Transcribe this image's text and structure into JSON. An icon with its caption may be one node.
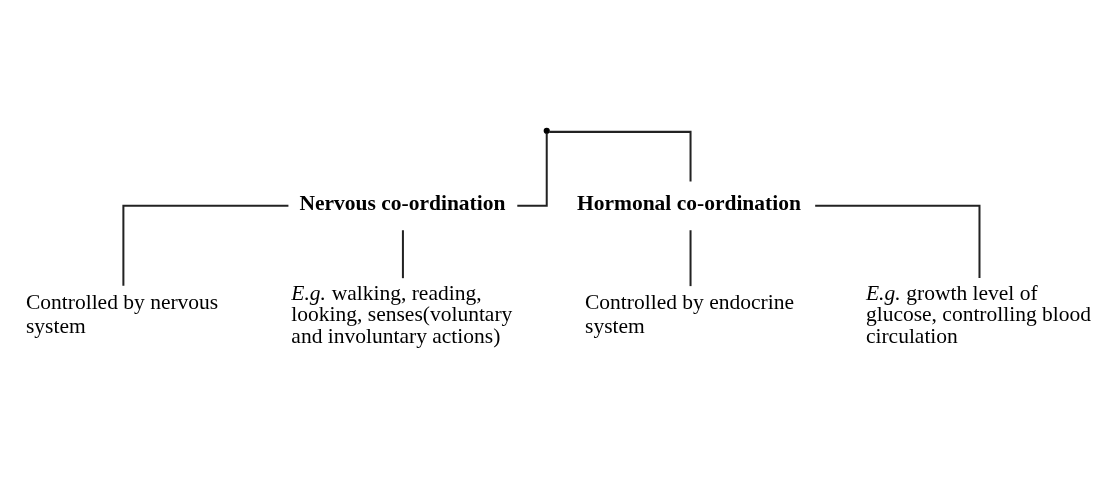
{
  "diagram": {
    "nodes": [
      {
        "text": [],
        "shape": "point"
      },
      {
        "text": [
          "Nervous co-ordination"
        ]
      },
      {
        "text": [
          "Hormonal co-ordination"
        ]
      },
      {
        "text": [
          "Controlled by nervous system"
        ]
      },
      {
        "text": [
          "*E.g.* walking, reading, looking, senses(voluntary and involuntary actions)"
        ]
      },
      {
        "text": [
          "Controlled by endocrine system"
        ]
      },
      {
        "text": [
          "*E.g.* growth level of glucose, controlling blood circulation"
        ]
      }
    ],
    "edges": [
      {
        "from": 0,
        "to": 1,
        "arrow": "none"
      },
      {
        "from": 0,
        "to": 2,
        "arrow": "none"
      },
      {
        "from": 1,
        "to": 3,
        "arrow": "none"
      },
      {
        "from": 1,
        "to": 4,
        "arrow": "none"
      },
      {
        "from": 2,
        "to": 5,
        "arrow": "none"
      },
      {
        "from": 2,
        "to": 6,
        "arrow": "none"
      }
    ]
  }
}
